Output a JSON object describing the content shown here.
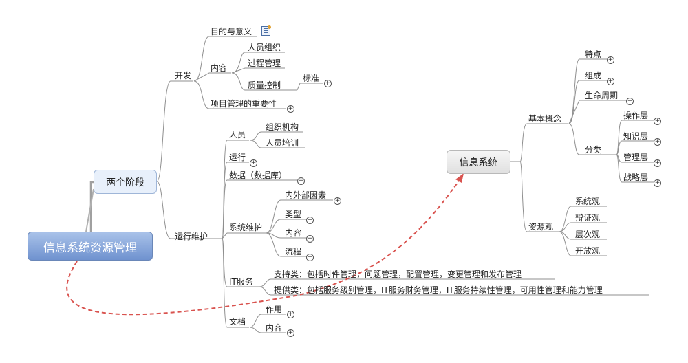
{
  "root": {
    "label": "信息系统资源管理"
  },
  "stages": {
    "label": "两个阶段",
    "dev": {
      "label": "开发",
      "purpose": "目的与意义",
      "content": {
        "label": "内容",
        "items": [
          "人员组织",
          "过程管理",
          "质量控制"
        ],
        "standard": "标准"
      },
      "importance": "项目管理的重要性"
    },
    "ops": {
      "label": "运行维护",
      "people": {
        "label": "人员",
        "items": [
          "组织机构",
          "人员培训"
        ]
      },
      "run": "运行",
      "data": "数据（数据库）",
      "maint": {
        "label": "系统维护",
        "items": [
          "内外部因素",
          "类型",
          "内容",
          "流程"
        ]
      },
      "it": {
        "label": "IT服务",
        "support": "支持类：包括时件管理，问题管理，配置管理，变更管理和发布管理",
        "provide": "提供类：包括服务级别管理，IT服务财务管理，IT服务持续性管理，可用性管理和能力管理"
      },
      "docs": {
        "label": "文档",
        "items": [
          "作用",
          "内容"
        ]
      }
    }
  },
  "info_system": {
    "label": "信息系统",
    "basic": {
      "label": "基本概念",
      "items": [
        "特点",
        "组成",
        "生命周期"
      ],
      "classify": {
        "label": "分类",
        "items": [
          "操作层",
          "知识层",
          "管理层",
          "战略层"
        ]
      }
    },
    "resource_view": {
      "label": "资源观",
      "items": [
        "系统观",
        "辩证观",
        "层次观",
        "开放观"
      ]
    }
  },
  "colors": {
    "branch": "#8a8a8a",
    "relationship": "#d9534f",
    "root_fill": "#7e9fd6"
  }
}
